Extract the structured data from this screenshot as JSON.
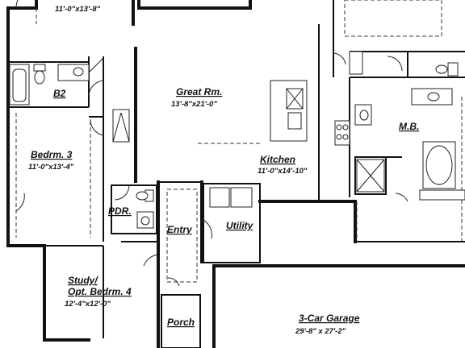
{
  "rooms": [
    {
      "name": "",
      "dim": "11'-0\"x13'-8\""
    },
    {
      "name": "B2",
      "dim": ""
    },
    {
      "name": "Bedrm. 3",
      "dim": "11'-0\"x13'-4\""
    },
    {
      "name": "Great Rm.",
      "dim": "13'-8\"x21'-0\""
    },
    {
      "name": "Kitchen",
      "dim": "11'-0\"x14'-10\""
    },
    {
      "name": "M.B.",
      "dim": ""
    },
    {
      "name": "PDR.",
      "dim": ""
    },
    {
      "name": "Utility",
      "dim": ""
    },
    {
      "name": "Entry",
      "dim": ""
    },
    {
      "name": "Study/",
      "name2": "Opt. Bedrm. 4",
      "dim": "12'-4\"x12'-0\""
    },
    {
      "name": "Porch",
      "dim": ""
    },
    {
      "name": "3-Car Garage",
      "dim": "29'-8\" x 27'-2\""
    }
  ]
}
